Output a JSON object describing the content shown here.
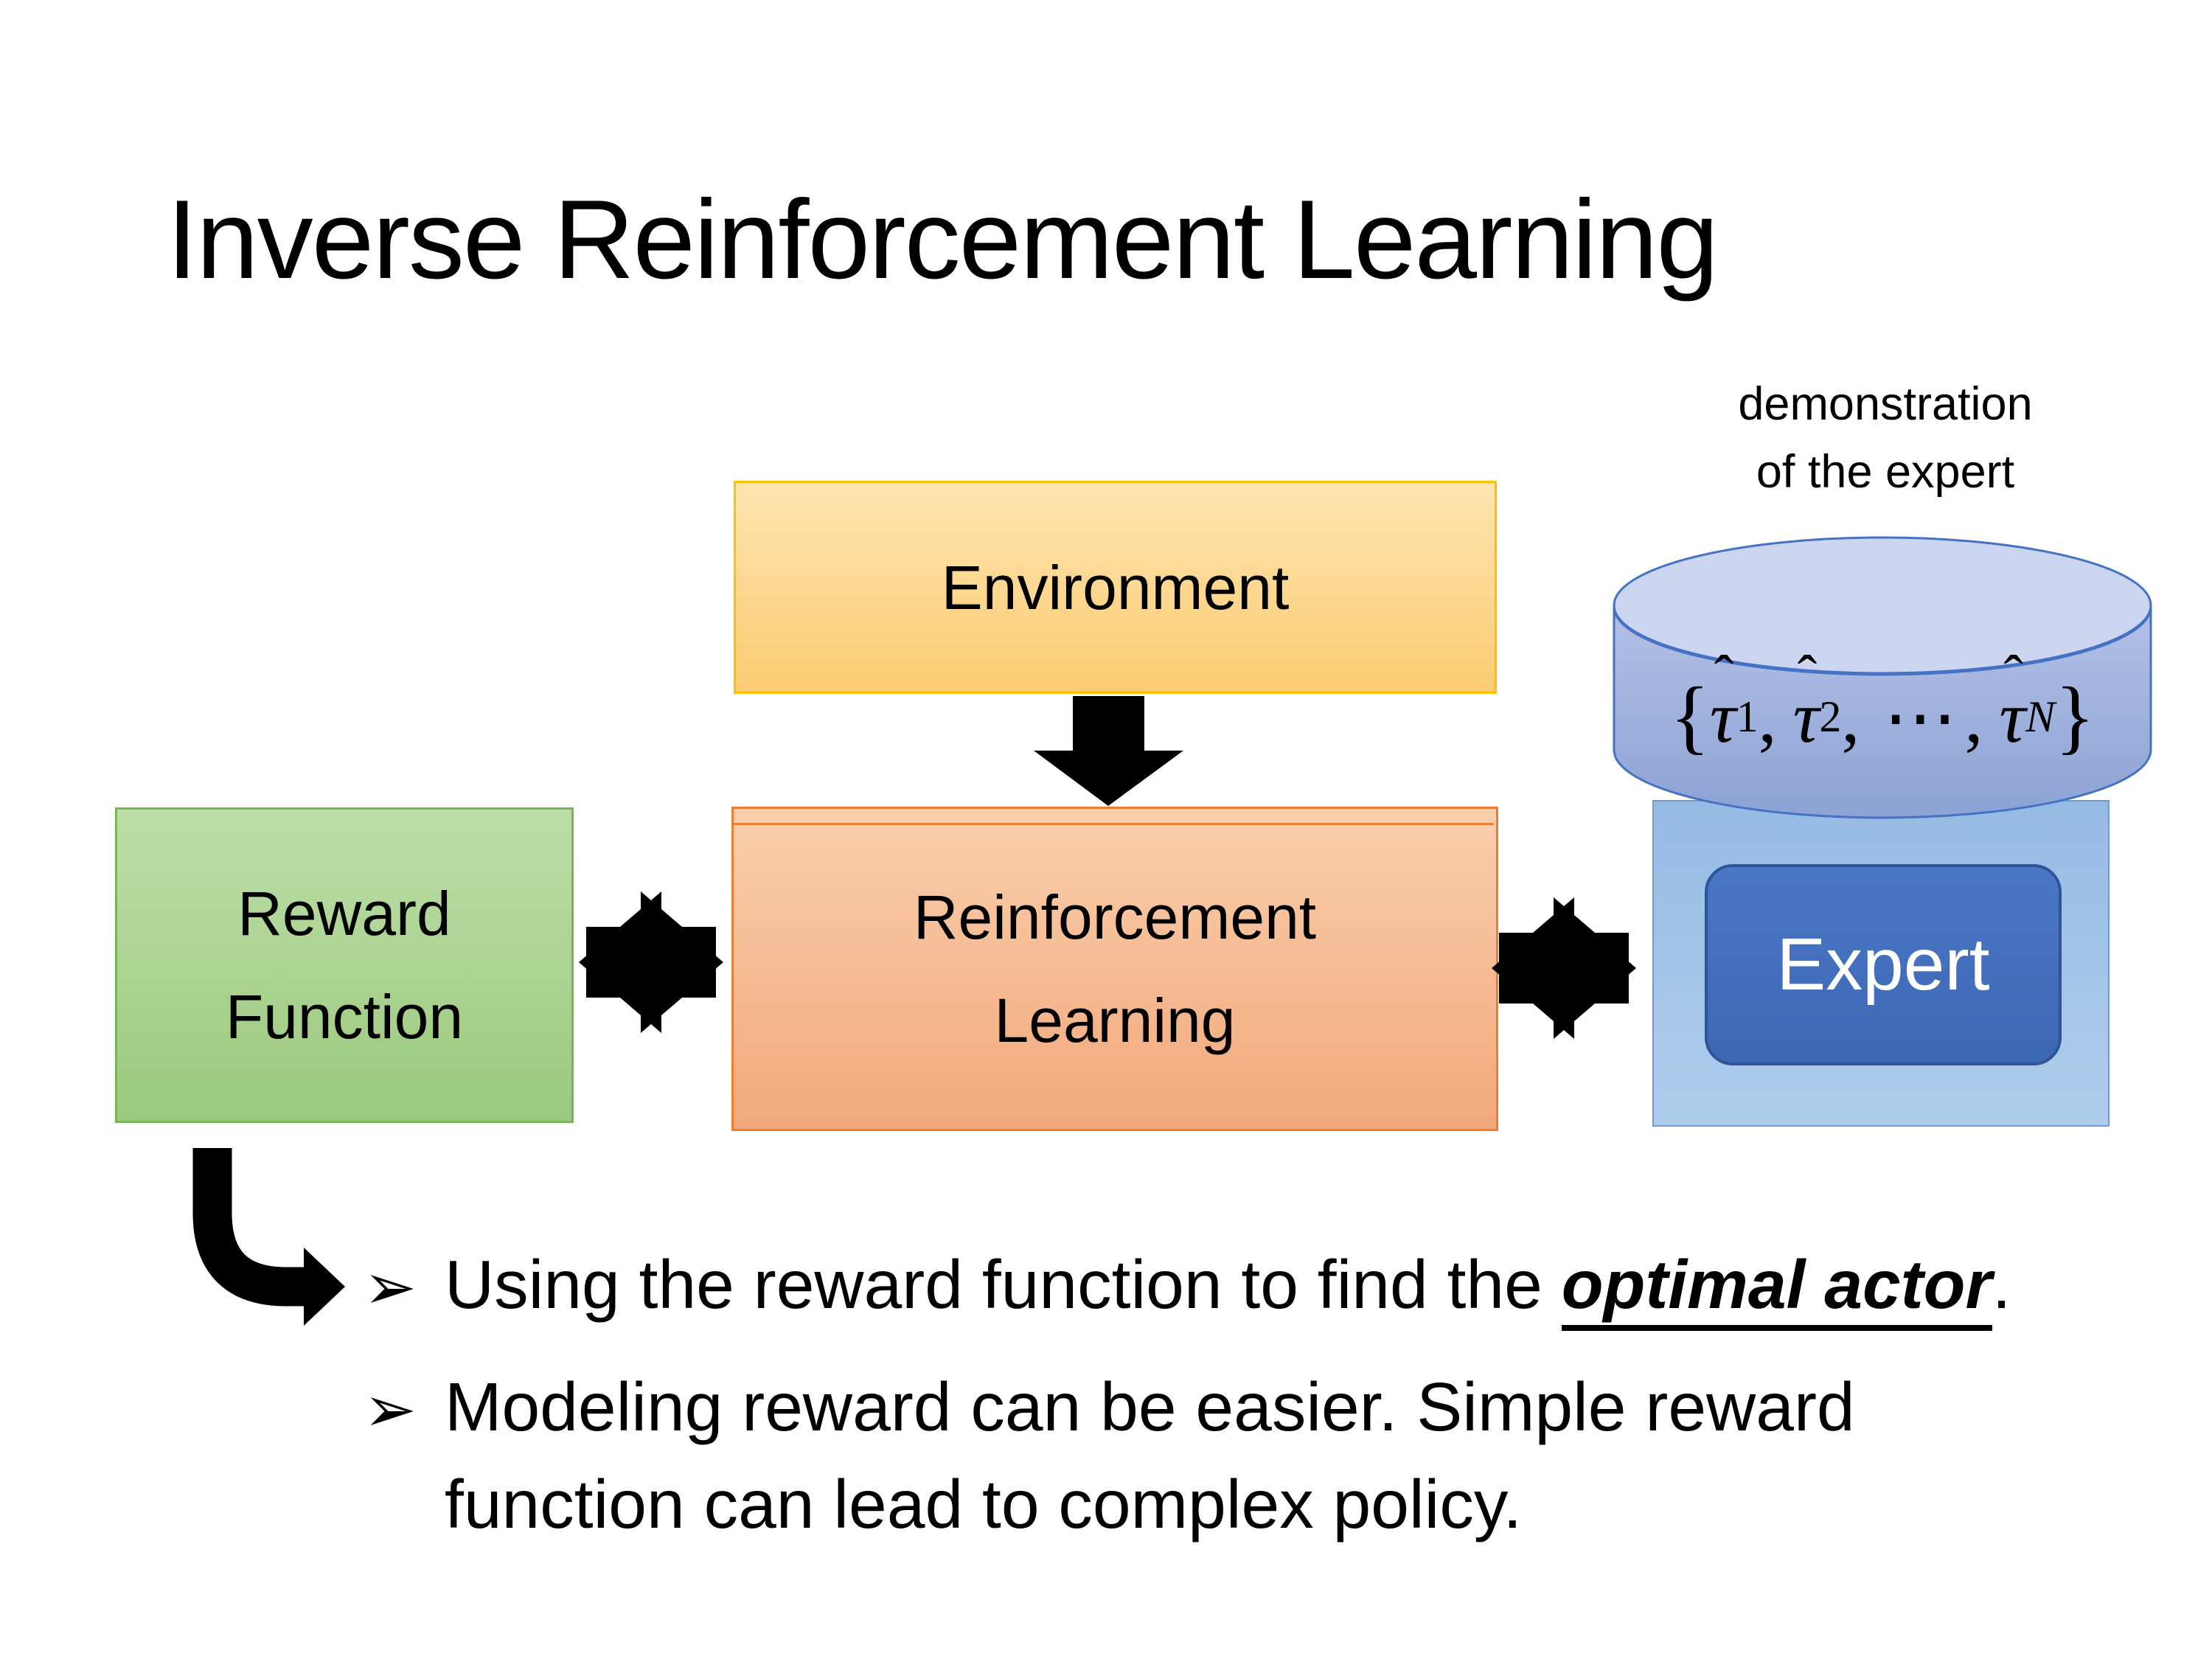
{
  "slide": {
    "title": "Inverse Reinforcement Learning",
    "demo_label": {
      "line1": "demonstration",
      "line2": "of the expert"
    },
    "boxes": {
      "environment": "Environment",
      "reward": {
        "line1": "Reward",
        "line2": "Function"
      },
      "rl": {
        "line1": "Reinforcement",
        "line2": "Learning"
      },
      "expert": "Expert"
    },
    "formula": {
      "open": "{",
      "tau": "τ",
      "hat": "ˆ",
      "sub1": "1",
      "comma1": ",",
      "sub2": "2",
      "comma2": ",",
      "dots": "⋯",
      "comma3": ",",
      "subN": "N",
      "close": "}"
    },
    "bullets": [
      {
        "marker": "➢",
        "prefix": "Using the reward function to find the ",
        "highlight": "optimal actor",
        "suffix": "."
      },
      {
        "marker": "➢",
        "text": "Modeling reward can be easier. Simple reward function can lead to complex policy."
      }
    ],
    "colors": {
      "accent_gold": "#FFC000",
      "env_fill_top": "#FEE5B0",
      "env_fill_bottom": "#FBCB72",
      "accent_orange": "#ED7D31",
      "rl_fill_top": "#F9CFAC",
      "rl_fill_bottom": "#F2A87B",
      "accent_green": "#79B35A",
      "reward_fill_top": "#BCDEA8",
      "reward_fill_bottom": "#9CC97D",
      "accent_blue": "#4472C4",
      "expert_btn_fill": "#3C67B3",
      "expert_btn_border": "#2F5597",
      "expert_panel_fill": "#A6C6EA",
      "cylinder_top_fill": "#CBD5EF",
      "cylinder_body_top": "#B4C1E6",
      "cylinder_body_bottom": "#8CA2D5",
      "arrow_black": "#000000"
    }
  }
}
